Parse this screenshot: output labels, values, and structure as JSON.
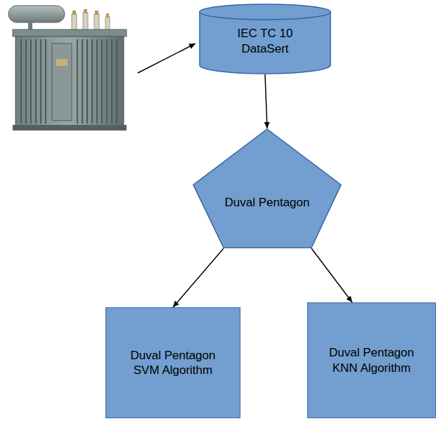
{
  "diagram": {
    "nodes": [
      {
        "text": [
          "IEC TC 10 DataSert"
        ]
      },
      {
        "text": [
          "Duval Pentagon"
        ]
      },
      {
        "text": [
          "Duval Pentagon SVM Algorithm"
        ]
      },
      {
        "text": [
          "Duval Pentagon KNN Algorithm"
        ]
      }
    ],
    "edges": [
      {
        "from": 0,
        "to": 1,
        "arrow": "to"
      },
      {
        "from": 1,
        "to": 2,
        "arrow": "to"
      },
      {
        "from": 1,
        "to": 3,
        "arrow": "to"
      }
    ]
  }
}
